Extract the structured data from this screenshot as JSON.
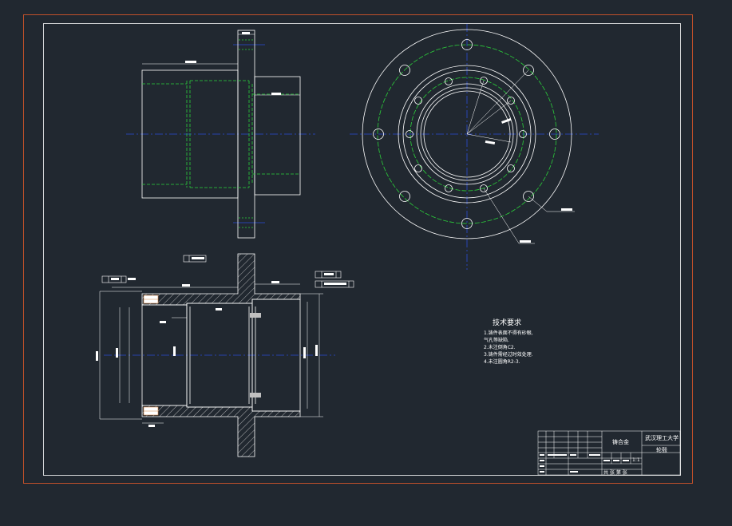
{
  "drawing": {
    "background_color": "#212830",
    "outer_border_color": "#c0502a",
    "line_color": "#ffffff",
    "hidden_line_color": "#2bd13a",
    "center_line_color": "#2a4bd6",
    "hatch_color": "#d2d2d2"
  },
  "tech_requirements": {
    "title": "技术要求",
    "items": [
      "1.铸件表面不得有砂眼,",
      "气孔等缺陷.",
      "2.未注倒角C2.",
      "3.铸件需经过时效处理.",
      "4.未注圆角R2-3."
    ]
  },
  "title_block": {
    "part_name": "轮毂",
    "school": "武汉理工大学",
    "material": "铸合金",
    "scale": "1:1",
    "sheet_row": "共  张  第  张"
  }
}
